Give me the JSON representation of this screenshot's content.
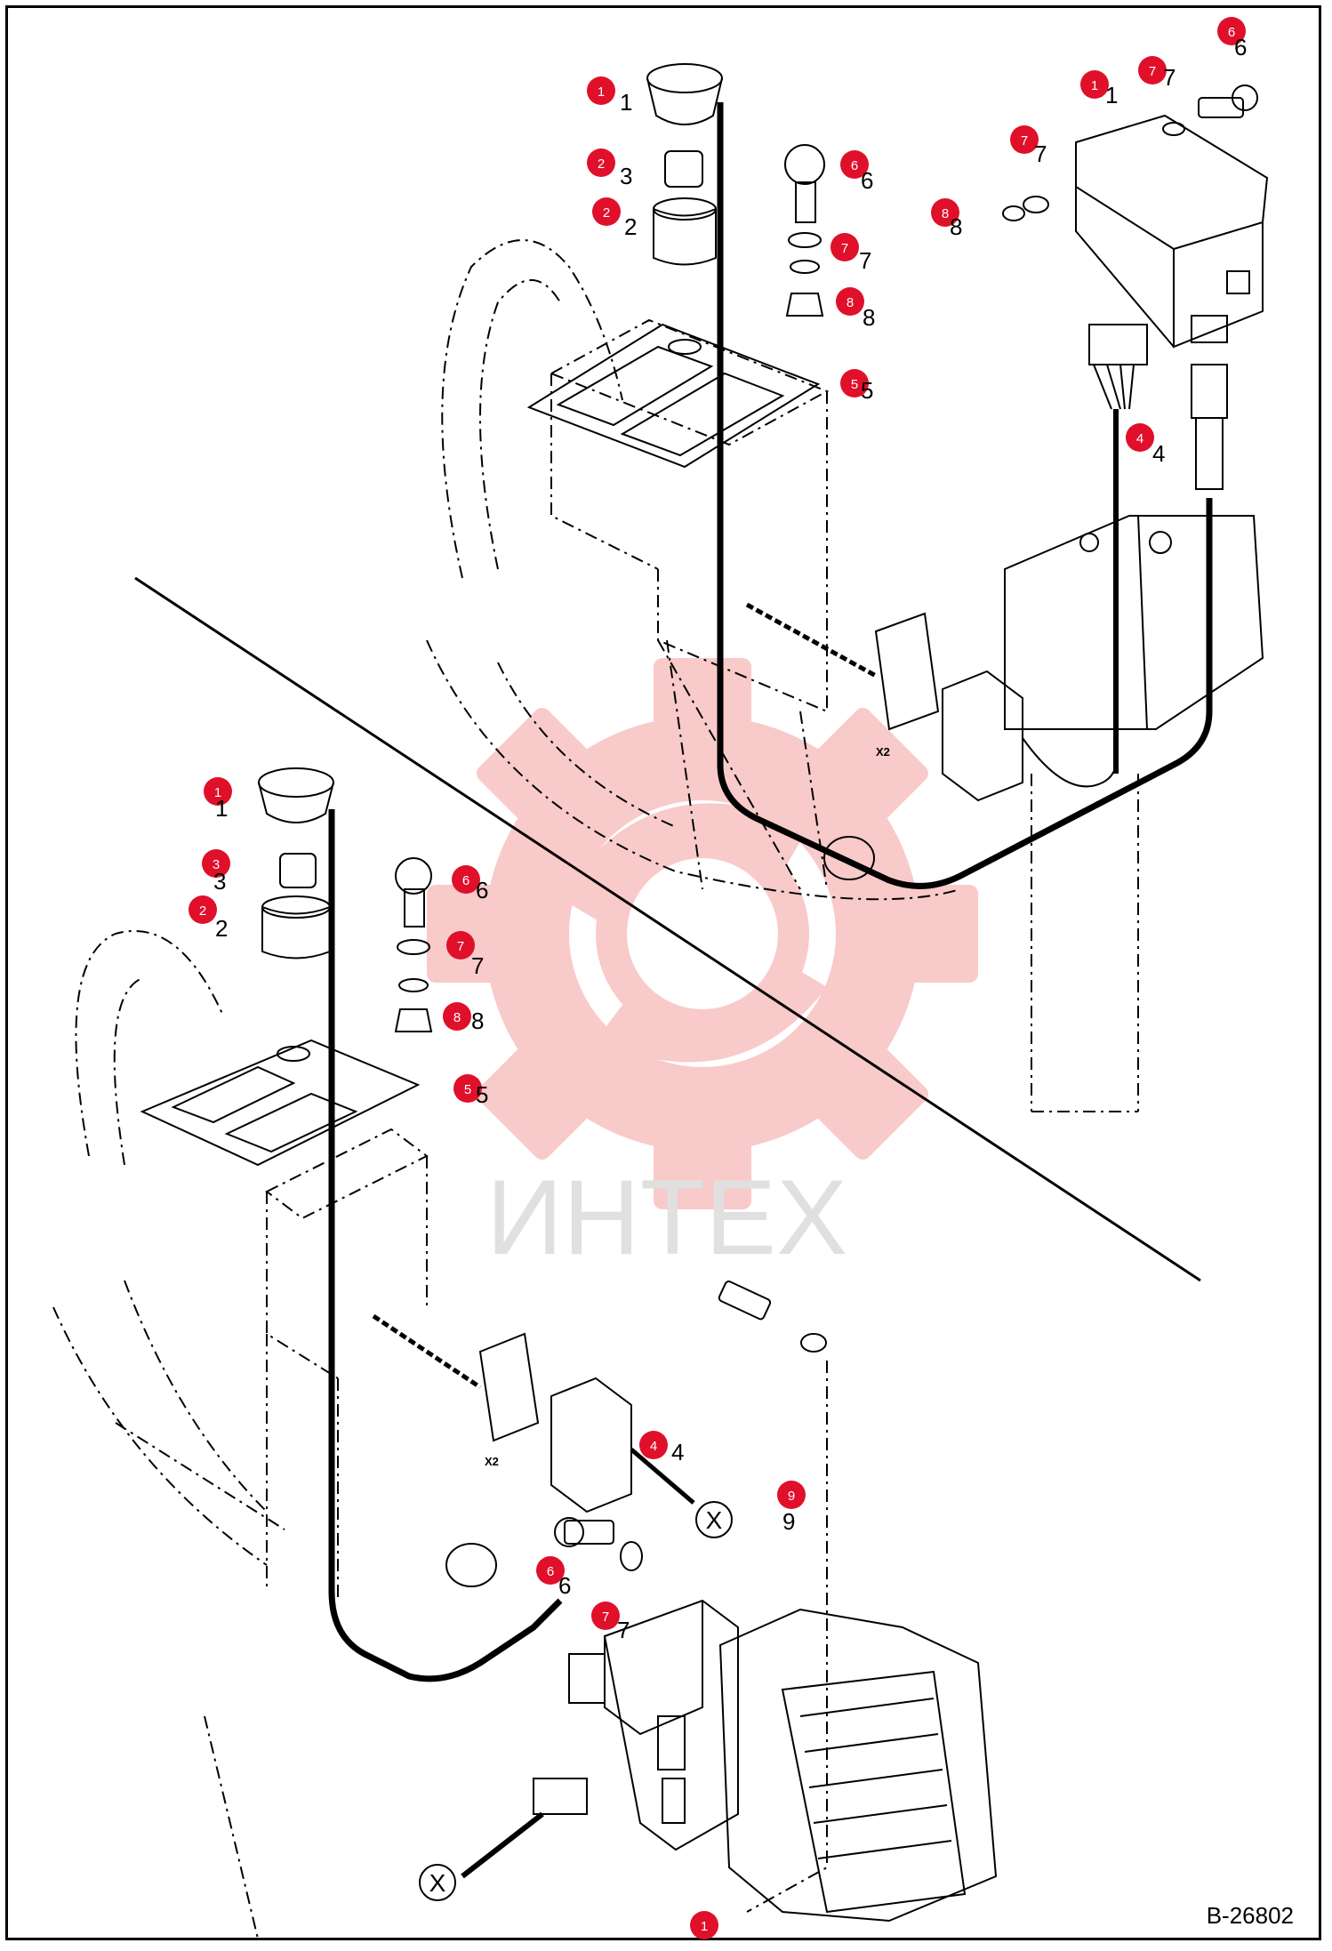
{
  "diagram": {
    "drawing_number": "B-26802",
    "watermark_text": "ИНТЕХ",
    "connector_label": "X2",
    "cable_end_marker": "X",
    "callout_color": "#e0102a",
    "watermark_color": "#f08a8a",
    "upper_view": {
      "callouts": [
        "1",
        "2",
        "2",
        "6",
        "7",
        "8",
        "5",
        "1",
        "7",
        "6",
        "7",
        "8",
        "4"
      ],
      "printed_numbers": [
        "1",
        "3",
        "2",
        "6",
        "7",
        "8",
        "5",
        "1",
        "7",
        "6",
        "7",
        "8",
        "4"
      ]
    },
    "lower_view": {
      "callouts": [
        "1",
        "3",
        "2",
        "6",
        "7",
        "8",
        "5",
        "4",
        "9",
        "6",
        "7",
        "1"
      ],
      "printed_numbers": [
        "1",
        "3",
        "2",
        "6",
        "7",
        "8",
        "5",
        "4",
        "9",
        "6",
        "7"
      ]
    }
  }
}
